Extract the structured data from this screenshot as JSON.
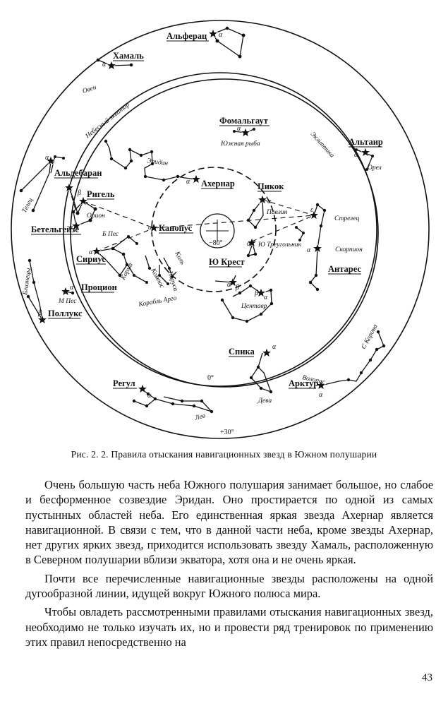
{
  "figure": {
    "caption": "Рис. 2. 2. Правила отыскания навигационных звезд в Южном полушарии",
    "stars": {
      "alpheratz": "Альферац",
      "hamal": "Хамаль",
      "fomalhaut": "Фомальгаут",
      "altair": "Альтаир",
      "aldebaran": "Альдебаран",
      "rigel": "Ригель",
      "betelgeuse": "Бетельгейзе",
      "sirius": "Сириус",
      "canopus": "Канопус",
      "achernar": "Ахернар",
      "peacock": "Пикок",
      "antares": "Антарес",
      "procyon": "Процион",
      "pollux": "Поллукс",
      "crux": "Ю Крест",
      "spica": "Спика",
      "regulus": "Регул",
      "arcturus": "Арктур"
    },
    "constellations": {
      "aries": "Овен",
      "piscis_austrinus": "Южная рыба",
      "eridanus": "Эридан",
      "orion": "Орион",
      "canis_major": "Б Пес",
      "canis_minor": "М Пес",
      "taurus": "Телец",
      "gemini": "Близнецы",
      "pavo": "Павлин",
      "triangulum_australe": "Ю Треугольник",
      "sagittarius": "Стрелец",
      "scorpius": "Скорпион",
      "centaurus": "Центавр",
      "argo": "Корабль Арго",
      "carina": "Киль",
      "puppis": "Корма",
      "pyxis": "Компас",
      "vela": "Паруса",
      "aquila": "Орел",
      "corona": "С Корона",
      "bootes": "Волопас",
      "virgo": "Дева",
      "leo": "Лев"
    },
    "circle_labels": {
      "celestial_equator": "Небесный экватор",
      "ecliptic": "Эклиптика",
      "pole": "−80°",
      "zero": "0°",
      "plus30": "+30°"
    },
    "greek": {
      "alpha": "α",
      "beta": "β",
      "epsilon": "ε"
    }
  },
  "text": {
    "p1": "Очень большую часть неба Южного полушария занимает большое, но слабое и бесформенное созвездие Эридан. Оно простирается по одной из самых пустынных областей неба. Его единственная яркая звезда Ахернар является навигационной. В связи с тем, что в данной части неба, кроме звезды Ахернар, нет других ярких звезд, приходится использовать звезду Хамаль, расположенную в Северном полушарии вблизи экватора, хотя она и не очень яркая.",
    "p2": "Почти все перечисленные навигационные звезды расположены на одной дугообразной линии, идущей вокруг Южного полюса мира.",
    "p3": "Чтобы овладеть рассмотренными правилами отыскания навигационных звезд, необходимо не только изучать их, но и провести ряд тренировок по применению этих правил непосредственно на",
    "page_number": "43"
  }
}
